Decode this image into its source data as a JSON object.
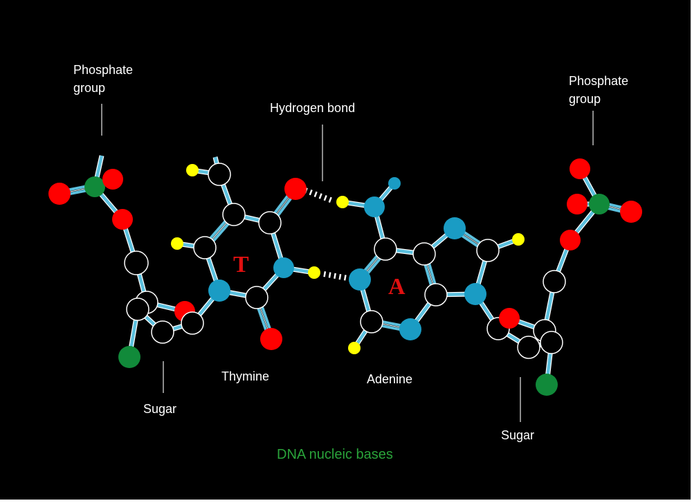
{
  "labels": {
    "phosphate_left": [
      "Phosphate",
      "group"
    ],
    "phosphate_right": [
      "Phosphate",
      "group"
    ],
    "hydrogen_bond": "Hydrogen bond",
    "sugar_left": "Sugar",
    "sugar_right": "Sugar",
    "thymine": "Thymine",
    "adenine": "Adenine",
    "thymine_letter": "T",
    "adenine_letter": "A",
    "title": "DNA nucleic bases"
  },
  "colors": {
    "oxygen": "#ff0000",
    "phosphorus": "#118a3a",
    "nitrogen": "#1a9cc4",
    "hydrogen": "#ffff00",
    "bond": "#5bc0de",
    "title": "#2aa33a"
  }
}
